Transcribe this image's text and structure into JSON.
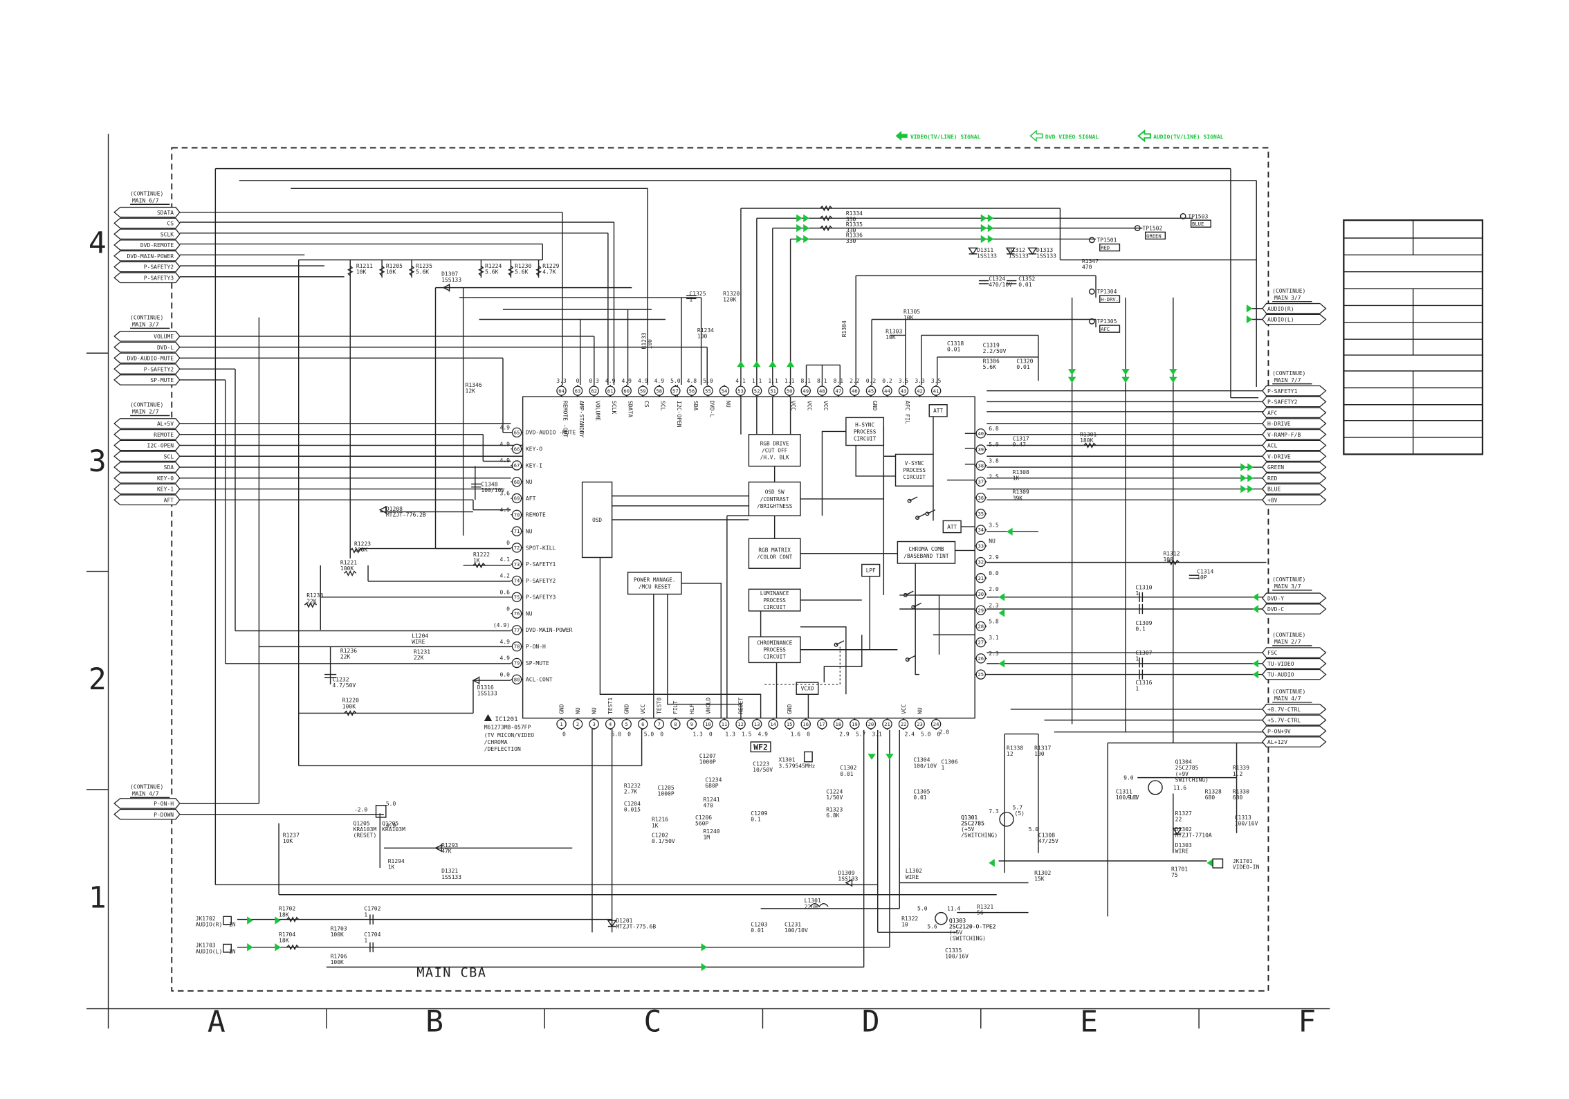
{
  "legend": [
    {
      "arrow": "solid",
      "text": "VIDEO(TV/LINE) SIGNAL"
    },
    {
      "arrow": "open",
      "text": "DVD VIDEO SIGNAL"
    },
    {
      "arrow": "hatched",
      "text": "AUDIO(TV/LINE) SIGNAL"
    }
  ],
  "colors": {
    "signal": "#18c43a",
    "line": "#222222"
  },
  "board_label": "MAIN CBA",
  "ruler": {
    "columns": [
      "A",
      "B",
      "C",
      "D",
      "E",
      "F"
    ],
    "rows": [
      "4",
      "3",
      "2",
      "1"
    ]
  },
  "ic": {
    "ref": "IC1201",
    "part": "M61273M8-057FP",
    "desc": [
      "(TV MICON/VIDEO",
      "/CHROMA",
      "/DEFLECTION"
    ],
    "top_pins": [
      {
        "n": "64",
        "name": "REMOTE -OUT",
        "v": "3.3"
      },
      {
        "n": "63",
        "name": "AMP-STANDBY",
        "v": "0"
      },
      {
        "n": "62",
        "name": "VOLUME",
        "v": "0.3"
      },
      {
        "n": "61",
        "name": "SCLK",
        "v": "4.9"
      },
      {
        "n": "60",
        "name": "SDATA",
        "v": "4.9"
      },
      {
        "n": "59",
        "name": "CS",
        "v": "4.9"
      },
      {
        "n": "58",
        "name": "SCL",
        "v": "4.9"
      },
      {
        "n": "57",
        "name": "I2C-OPEN",
        "v": "5.0"
      },
      {
        "n": "56",
        "name": "SDA",
        "v": "4.8"
      },
      {
        "n": "55",
        "name": "DVD-L",
        "v": "5.0"
      },
      {
        "n": "54",
        "name": "NU",
        "v": ""
      },
      {
        "n": "53",
        "name": "",
        "v": "4.1"
      },
      {
        "n": "52",
        "name": "",
        "v": "1.1"
      },
      {
        "n": "51",
        "name": "",
        "v": "1.1"
      },
      {
        "n": "50",
        "name": "VCC",
        "v": "1.1"
      },
      {
        "n": "49",
        "name": "VCC",
        "v": "8.1"
      },
      {
        "n": "48",
        "name": "VCC",
        "v": "8.1"
      },
      {
        "n": "47",
        "name": "",
        "v": "8.1"
      },
      {
        "n": "46",
        "name": "",
        "v": "2.2"
      },
      {
        "n": "45",
        "name": "GND",
        "v": "0.2"
      },
      {
        "n": "44",
        "name": "",
        "v": "0.2"
      },
      {
        "n": "43",
        "name": "AFC FIL",
        "v": "3.5"
      },
      {
        "n": "42",
        "name": "",
        "v": "3.3"
      },
      {
        "n": "41",
        "name": "",
        "v": "3.5"
      }
    ],
    "left_pins": [
      {
        "n": "65",
        "name": "DVD-AUDIO -MUTE",
        "v": "4.9"
      },
      {
        "n": "66",
        "name": "KEY-O",
        "v": "4.9"
      },
      {
        "n": "67",
        "name": "KEY-I",
        "v": "4.9"
      },
      {
        "n": "68",
        "name": "NU",
        "v": ""
      },
      {
        "n": "69",
        "name": "AFT",
        "v": "3.6"
      },
      {
        "n": "70",
        "name": "REMOTE",
        "v": "4.9"
      },
      {
        "n": "71",
        "name": "NU",
        "v": ""
      },
      {
        "n": "72",
        "name": "SPOT-KILL",
        "v": "0"
      },
      {
        "n": "73",
        "name": "P-SAFETY1",
        "v": "4.1"
      },
      {
        "n": "74",
        "name": "P-SAFETY2",
        "v": "4.2"
      },
      {
        "n": "75",
        "name": "P-SAFETY3",
        "v": "0.6"
      },
      {
        "n": "76",
        "name": "NU",
        "v": "0"
      },
      {
        "n": "77",
        "name": "DVD-MAIN-POWER",
        "v": "(4.9)"
      },
      {
        "n": "78",
        "name": "P-ON-H",
        "v": "4.9"
      },
      {
        "n": "79",
        "name": "SP-MUTE",
        "v": "4.9"
      },
      {
        "n": "80",
        "name": "ACL-CONT",
        "v": "0.0"
      }
    ],
    "right_pins": [
      {
        "n": "40",
        "v": "6.8"
      },
      {
        "n": "39",
        "v": "5.0"
      },
      {
        "n": "38",
        "v": "3.8"
      },
      {
        "n": "37",
        "v": "2.5"
      },
      {
        "n": "36",
        "v": ""
      },
      {
        "n": "35",
        "v": ""
      },
      {
        "n": "34",
        "v": "3.5"
      },
      {
        "n": "33",
        "v": "NU"
      },
      {
        "n": "32",
        "v": "2.9"
      },
      {
        "n": "31",
        "v": "0.0"
      },
      {
        "n": "30",
        "v": "2.0"
      },
      {
        "n": "29",
        "v": "2.3"
      },
      {
        "n": "28",
        "v": "5.8"
      },
      {
        "n": "27",
        "v": "3.1"
      },
      {
        "n": "26",
        "v": "2.3"
      },
      {
        "n": "25",
        "v": ""
      }
    ],
    "bottom_pins": [
      {
        "n": "1",
        "name": "GND",
        "v": "0"
      },
      {
        "n": "2",
        "name": "NU",
        "v": ""
      },
      {
        "n": "3",
        "name": "NU",
        "v": ""
      },
      {
        "n": "4",
        "name": "TEST1",
        "v": "5.0"
      },
      {
        "n": "5",
        "name": "GND",
        "v": "0"
      },
      {
        "n": "6",
        "name": "VCC",
        "v": "5.0"
      },
      {
        "n": "7",
        "name": "TEST0",
        "v": "0"
      },
      {
        "n": "8",
        "name": "FILT",
        "v": ""
      },
      {
        "n": "9",
        "name": "HLF",
        "v": "1.3"
      },
      {
        "n": "10",
        "name": "VHOLD",
        "v": "0"
      },
      {
        "n": "11",
        "name": "",
        "v": "1.3"
      },
      {
        "n": "12",
        "name": "RESET",
        "v": "1.5"
      },
      {
        "n": "13",
        "name": "",
        "v": "4.9"
      },
      {
        "n": "14",
        "name": "",
        "v": ""
      },
      {
        "n": "15",
        "name": "GND",
        "v": "1.6"
      },
      {
        "n": "16",
        "name": "",
        "v": "0"
      },
      {
        "n": "17",
        "name": "",
        "v": ""
      },
      {
        "n": "18",
        "name": "",
        "v": "2.9"
      },
      {
        "n": "19",
        "name": "",
        "v": "5.7"
      },
      {
        "n": "20",
        "name": "",
        "v": "3.1"
      },
      {
        "n": "21",
        "name": "",
        "v": ""
      },
      {
        "n": "22",
        "name": "VCC",
        "v": "2.4"
      },
      {
        "n": "23",
        "name": "NU",
        "v": "5.0"
      },
      {
        "n": "24",
        "name": "",
        "v": "0"
      }
    ],
    "blocks": [
      {
        "id": "rgb-drive",
        "lines": [
          "RGB DRIVE",
          "/CUT OFF",
          "/H.V. BLK"
        ]
      },
      {
        "id": "hsync",
        "lines": [
          "H-SYNC",
          "PROCESS",
          "CIRCUIT"
        ]
      },
      {
        "id": "att-top",
        "lines": [
          "ATT"
        ]
      },
      {
        "id": "osd-sw",
        "lines": [
          "OSD SW",
          "/CONTRAST",
          "/BRIGHTNESS"
        ]
      },
      {
        "id": "vsync",
        "lines": [
          "V-SYNC",
          "PROCESS",
          "CIRCUIT"
        ]
      },
      {
        "id": "osd",
        "lines": [
          "OSD"
        ]
      },
      {
        "id": "att-mid",
        "lines": [
          "ATT"
        ]
      },
      {
        "id": "rgb-matrix",
        "lines": [
          "RGB MATRIX",
          "/COLOR CONT"
        ]
      },
      {
        "id": "chroma-comb",
        "lines": [
          "CHROMA COMB",
          "/BASEBAND TINT"
        ]
      },
      {
        "id": "lpf",
        "lines": [
          "LPF"
        ]
      },
      {
        "id": "power-manage",
        "lines": [
          "POWER MANAGE.",
          "/MCU RESET"
        ]
      },
      {
        "id": "luminance",
        "lines": [
          "LUMINANCE",
          "PROCESS",
          "CIRCUIT"
        ]
      },
      {
        "id": "chrominance",
        "lines": [
          "CHROMINANCE",
          "PROCESS",
          "CIRCUIT"
        ]
      },
      {
        "id": "vcxo",
        "lines": [
          "VCXO"
        ]
      }
    ]
  },
  "connectors_left": [
    {
      "id": "main67",
      "header": [
        "(CONTINUE)",
        "MAIN 6/7"
      ],
      "pins": [
        "SDATA",
        "CS",
        "SCLK",
        "DVD-REMOTE",
        "DVD-MAIN-POWER",
        "P-SAFETY2",
        "P-SAFETY3"
      ]
    },
    {
      "id": "main37",
      "header": [
        "(CONTINUE)",
        "MAIN 3/7"
      ],
      "pins": [
        "VOLUME",
        "DVD-L",
        "DVD-AUDIO-MUTE",
        "P-SAFETY2",
        "SP-MUTE"
      ]
    },
    {
      "id": "main27",
      "header": [
        "(CONTINUE)",
        "MAIN 2/7"
      ],
      "pins": [
        "AL+5V",
        "REMOTE",
        "I2C-OPEN",
        "SCL",
        "SDA",
        "KEY-0",
        "KEY-1",
        "AFT"
      ]
    },
    {
      "id": "main47",
      "header": [
        "(CONTINUE)",
        "MAIN 4/7"
      ],
      "pins": [
        "P-ON-H",
        "P-DOWN"
      ]
    }
  ],
  "connectors_right": [
    {
      "id": "r-main37a",
      "header": [
        "(CONTINUE)",
        "MAIN 3/7"
      ],
      "pins": [
        "AUDIO(R)",
        "AUDIO(L)"
      ]
    },
    {
      "id": "r-main77",
      "header": [
        "(CONTINUE)",
        "MAIN 7/7"
      ],
      "pins": [
        "P-SAFETY1",
        "P-SAFETY2",
        "AFC",
        "H-DRIVE",
        "V-RAMP-F/B",
        "ACL",
        "V-DRIVE",
        "GREEN",
        "RED",
        "BLUE",
        "+8V"
      ]
    },
    {
      "id": "r-main37b",
      "header": [
        "(CONTINUE)",
        "MAIN 3/7"
      ],
      "pins": [
        "DVD-Y",
        "DVD-C"
      ]
    },
    {
      "id": "r-main27",
      "header": [
        "(CONTINUE)",
        "MAIN 2/7"
      ],
      "pins": [
        "FSC",
        "TU-VIDEO",
        "TU-AUDIO"
      ]
    },
    {
      "id": "r-main47",
      "header": [
        "(CONTINUE)",
        "MAIN 4/7"
      ],
      "pins": [
        "+8.7V-CTRL",
        "+5.7V-CTRL",
        "P-ON+9V",
        "AL+12V"
      ]
    }
  ],
  "parts": {
    "R1211": "10K",
    "R1205": "10K",
    "R1235": "5.6K",
    "D1307": "1SS133",
    "R1224": "5.6K",
    "R1230": "5.6K",
    "R1229": "4.7K",
    "C1325": "1",
    "R1320": "120K",
    "R1234": "100",
    "R1233": "100",
    "R1346": "12K",
    "C1348": "100/10V",
    "D1208": "MTZJT-776.2B",
    "R1223": "100K",
    "R1222": "1K",
    "R1221": "100K",
    "R1238": "22K",
    "L1204": "WIRE",
    "R1236": "22K",
    "R1231": "22K",
    "C1232": "4.7/50V",
    "D1316": "1SS133",
    "R1220": "100K",
    "R1334": "330",
    "R1335": "330",
    "R1336": "330",
    "D1311": "1SS133",
    "D1312": "1SS133",
    "D1313": "1SS133",
    "R1347": "470",
    "C1324": "470/10V",
    "C1352": "0.01",
    "R1305": "10K",
    "R1304": "",
    "R1303": "10K",
    "C1318": "0.01",
    "C1319": "2.2/50V",
    "R1306": "5.6K",
    "C1320": "0.01",
    "C1317": "0.47",
    "R1308": "1K",
    "R1309": "39K",
    "R1301": "180K",
    "R1312": "100",
    "C1314": "10P",
    "C1310": "1",
    "C1309": "0.1",
    "C1307": "1",
    "C1316": "1",
    "R1338": "12",
    "R1317": "100",
    "C1304": "100/10V",
    "C1306": "1",
    "C1305": "0.01",
    "Q1301": "2SC2785",
    "C1308": "47/25V",
    "C1311": "100/16V",
    "Q1304": "2SC2785",
    "R1328": "680",
    "R1330": "680",
    "R1339": "1.2",
    "C1313": "100/16V",
    "R1327": "22",
    "D1302": "MTZJT-7710A",
    "D1303": "WIRE",
    "R1701": "75",
    "JK1701": "VIDEO-IN",
    "R1302": "15K",
    "L1302": "WIRE",
    "D1309": "1SS133",
    "R1321": "56",
    "Q1303": "2SC2120-O-TPE2",
    "R1322": "10",
    "C1335": "100/16V",
    "L1301": "22uH",
    "C1231": "100/10V",
    "C1203": "0.01",
    "D1201": "MTZJT-775.6B",
    "R1232": "2.7K",
    "C1205": "1000P",
    "C1204": "0.015",
    "R1216": "1K",
    "C1202": "0.1/50V",
    "C1207": "1000P",
    "C1234": "680P",
    "R1241": "470",
    "C1206": "560P",
    "R1240": "1M",
    "C1209": "0.1",
    "C1223": "10/50V",
    "X1301": "3.579545MHz",
    "C1302": "0.01",
    "C1224": "1/50V",
    "R1323": "6.8K",
    "Q1205": "KRA103M",
    "R1237": "10K",
    "R1294": "1K",
    "R1293": "47K",
    "D1321": "1SS133",
    "R1702": "18K",
    "R1703": "100K",
    "C1702": "1",
    "R1704": "18K",
    "R1706": "100K",
    "C1704": "1",
    "JK1702": "AUDIO(R) -IN",
    "JK1703": "AUDIO(L) -IN"
  },
  "test_points": [
    {
      "id": "TP1503",
      "label": "BLUE"
    },
    {
      "id": "TP1502",
      "label": "GREEN"
    },
    {
      "id": "TP1501",
      "label": "RED"
    },
    {
      "id": "TP1304",
      "label": "H-DRV."
    },
    {
      "id": "TP1305",
      "label": "AFC"
    }
  ],
  "waveform_tag": "WF2",
  "q1205_text": [
    "Q1205",
    "KRA103M",
    "(RESET)"
  ],
  "q1301_text": [
    "Q1301",
    "2SC2785",
    "(+5V",
    "/SWITCHING)"
  ],
  "q1304_text": [
    "Q1304",
    "2SC2785",
    "(+9V",
    "SWITCHING)"
  ],
  "q1303_text": [
    "Q1303",
    "2SC2120-O-TPE2",
    "(+5V",
    "(SWITCHING)"
  ],
  "voltages_misc": [
    "-2.0",
    "5.0",
    "4.9",
    "7.3",
    "5.7",
    "(5)",
    "5.0",
    "9.0",
    "9.6",
    "11.6",
    "5.0",
    "11.4",
    "5.6",
    "2.0"
  ]
}
